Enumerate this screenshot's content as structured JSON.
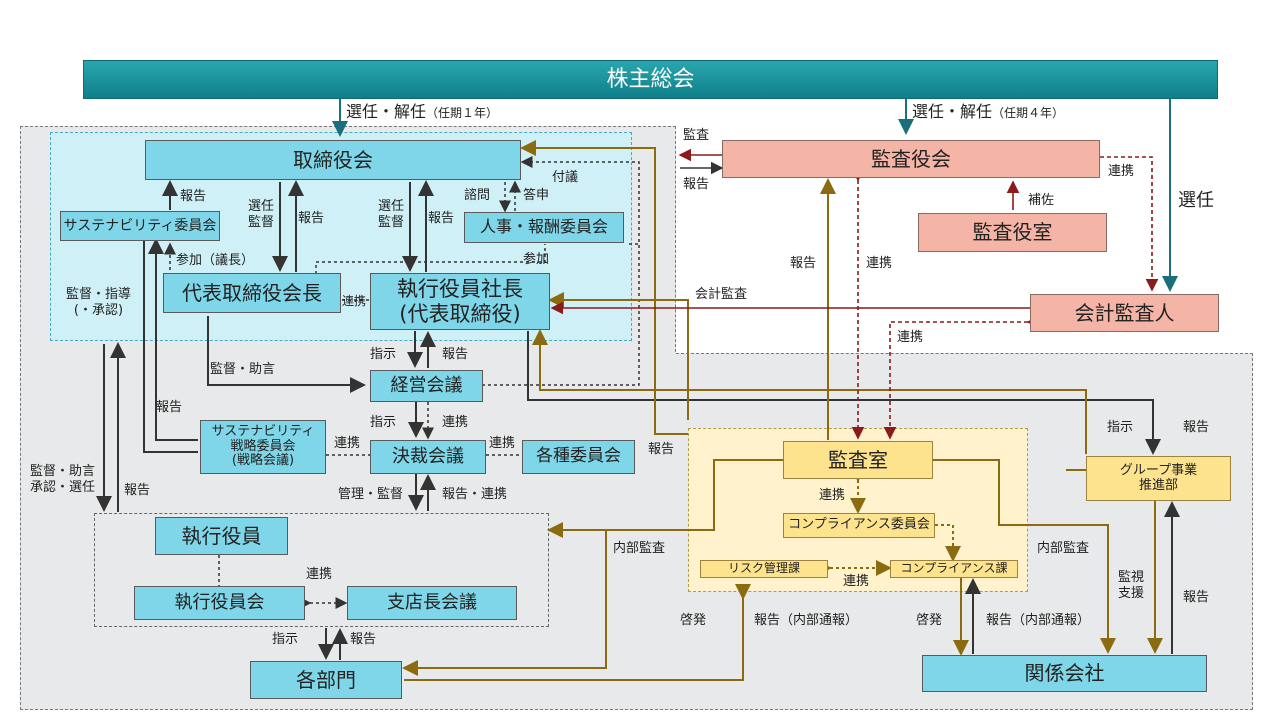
{
  "colors": {
    "teal": "#7fd6e8",
    "pink": "#f4b5a6",
    "yellow": "#fde38e",
    "header": "#1a8f99",
    "black_line": "#333333",
    "brown_line": "#8b6a10",
    "red_line": "#8b1a1a"
  },
  "header": {
    "title": "株主総会"
  },
  "appoint_board": {
    "main": "選任・解任",
    "term": "（任期１年）"
  },
  "appoint_auditors": {
    "main": "選任・解任",
    "term": "（任期４年）"
  },
  "appoint_accounting": "選任",
  "boxes": {
    "board": "取締役会",
    "sustain_committee": "サステナビリティ委員会",
    "hr_committee": "人事・報酬委員会",
    "chairman": "代表取締役会長",
    "president_l1": "執行役員社長",
    "president_l2": "(代表取締役)",
    "mgmt_meeting": "経営会議",
    "sustain_strategy_l1": "サステナビリティ",
    "sustain_strategy_l2": "戦略委員会",
    "sustain_strategy_l3": "(戦略会議)",
    "decision_meeting": "決裁会議",
    "committees": "各種委員会",
    "officers": "執行役員",
    "officers_meeting": "執行役員会",
    "branch_meeting": "支店長会議",
    "departments": "各部門",
    "auditors_board": "監査役会",
    "auditors_office": "監査役室",
    "accounting_auditor": "会計監査人",
    "audit_office": "監査室",
    "compliance_committee": "コンプライアンス委員会",
    "risk_section": "リスク管理課",
    "compliance_section": "コンプライアンス課",
    "group_promo_l1": "グループ事業",
    "group_promo_l2": "推進部",
    "affiliates": "関係会社"
  },
  "labels": {
    "report": "報告",
    "appoint_supervise_l1": "選任",
    "appoint_supervise_l2": "監督",
    "inquiry": "諮問",
    "answer": "答申",
    "refer": "付議",
    "participate_chair": "参加（議長）",
    "participate": "参加",
    "link": "連携",
    "supervise_guide_l1": "監督・指導",
    "supervise_guide_l2": "(・承認)",
    "supervise_advise": "監督・助言",
    "instruct": "指示",
    "manage_supervise": "管理・監督",
    "report_link": "報告・連携",
    "audit_l1": "監督・助言",
    "audit_l2": "承認・選任",
    "internal_audit": "内部監査",
    "enlighten": "啓発",
    "report_whistle": "報告（内部通報）",
    "audit": "監査",
    "assist": "補佐",
    "accounting_audit": "会計監査",
    "monitor_l1": "監視",
    "monitor_l2": "支援"
  }
}
